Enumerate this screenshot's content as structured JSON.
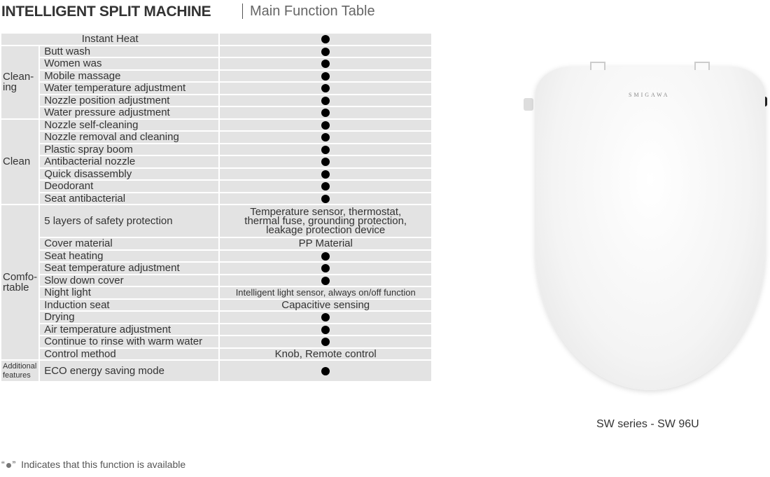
{
  "header": {
    "title": "INTELLIGENT SPLIT MACHINE",
    "subtitle": "Main Function Table"
  },
  "table": {
    "instant_heat": {
      "label": "Instant Heat",
      "value": "●"
    },
    "groups": [
      {
        "name": "Clean-\ning",
        "rows": [
          {
            "feature": "Butt wash",
            "value": "●"
          },
          {
            "feature": "Women was",
            "value": "●"
          },
          {
            "feature": "Mobile massage",
            "value": "●"
          },
          {
            "feature": "Water temperature adjustment",
            "value": "●"
          },
          {
            "feature": "Nozzle position adjustment",
            "value": "●"
          },
          {
            "feature": "Water pressure adjustment",
            "value": "●"
          }
        ]
      },
      {
        "name": "Clean",
        "rows": [
          {
            "feature": "Nozzle self-cleaning",
            "value": "●"
          },
          {
            "feature": "Nozzle removal and cleaning",
            "value": "●"
          },
          {
            "feature": "Plastic spray boom",
            "value": "●"
          },
          {
            "feature": "Antibacterial nozzle",
            "value": "●"
          },
          {
            "feature": "Quick disassembly",
            "value": "●"
          },
          {
            "feature": "Deodorant",
            "value": "●"
          },
          {
            "feature": "Seat antibacterial",
            "value": "●"
          }
        ]
      },
      {
        "name": "Comfo-\nrtable",
        "rows": [
          {
            "feature": "5 layers of safety protection",
            "value": "Temperature sensor, thermostat,\nthermal fuse, grounding protection,\nleakage protection device"
          },
          {
            "feature": "Cover material",
            "value": "PP Material"
          },
          {
            "feature": "Seat heating",
            "value": "●"
          },
          {
            "feature": "Seat temperature adjustment",
            "value": "●"
          },
          {
            "feature": "Slow down cover",
            "value": "●"
          },
          {
            "feature": "Night light",
            "value": "Intelligent light sensor, always on/off function"
          },
          {
            "feature": "Induction seat",
            "value": "Capacitive sensing"
          },
          {
            "feature": "Drying",
            "value": "●"
          },
          {
            "feature": "Air temperature adjustment",
            "value": "●"
          },
          {
            "feature": "Continue to rinse with warm water",
            "value": "●"
          },
          {
            "feature": "Control method",
            "value": "Knob, Remote control"
          }
        ]
      },
      {
        "name": "Additional\nfeatures",
        "rows": [
          {
            "feature": "ECO energy saving mode",
            "value": "●"
          }
        ]
      }
    ]
  },
  "note": {
    "open": "“",
    "close": "”",
    "text": "Indicates that this function is available"
  },
  "product": {
    "brand": "SMIGAWA",
    "caption": "SW series - SW 96U"
  }
}
